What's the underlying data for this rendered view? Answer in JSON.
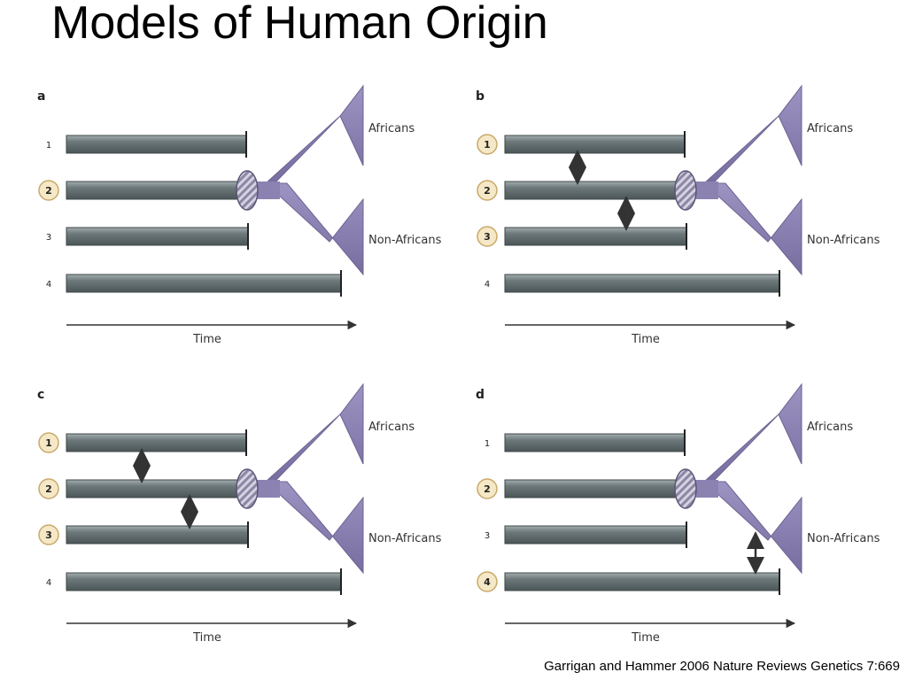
{
  "slide": {
    "title": "Models of Human Origin",
    "citation": "Garrigan and Hammer 2006 Nature Reviews Genetics 7:669"
  },
  "labels": {
    "africans": "Africans",
    "non_africans": "Non-Africans",
    "time_axis": "Time"
  },
  "colors": {
    "lineage_bar": "#5f6b6d",
    "lineage_bar_highlight": "#8e9a9c",
    "population_cone": "#8c82b2",
    "node_stripe": "#b9b6c8",
    "badge_fill": "#f5e8c6",
    "badge_stroke": "#c9a96a"
  },
  "panels": [
    {
      "id": "a",
      "letter": "a",
      "lineages": [
        {
          "label": "1",
          "highlighted": false
        },
        {
          "label": "2",
          "highlighted": true
        },
        {
          "label": "3",
          "highlighted": false
        },
        {
          "label": "4",
          "highlighted": false
        }
      ],
      "gene_flow": []
    },
    {
      "id": "b",
      "letter": "b",
      "lineages": [
        {
          "label": "1",
          "highlighted": true
        },
        {
          "label": "2",
          "highlighted": true
        },
        {
          "label": "3",
          "highlighted": true
        },
        {
          "label": "4",
          "highlighted": false
        }
      ],
      "gene_flow": [
        {
          "between": [
            1,
            2
          ]
        },
        {
          "between": [
            2,
            3
          ]
        }
      ]
    },
    {
      "id": "c",
      "letter": "c",
      "lineages": [
        {
          "label": "1",
          "highlighted": true
        },
        {
          "label": "2",
          "highlighted": true
        },
        {
          "label": "3",
          "highlighted": true
        },
        {
          "label": "4",
          "highlighted": false
        }
      ],
      "gene_flow": [
        {
          "between": [
            1,
            2
          ]
        },
        {
          "between": [
            2,
            3
          ]
        }
      ]
    },
    {
      "id": "d",
      "letter": "d",
      "lineages": [
        {
          "label": "1",
          "highlighted": false
        },
        {
          "label": "2",
          "highlighted": true
        },
        {
          "label": "3",
          "highlighted": false
        },
        {
          "label": "4",
          "highlighted": true
        }
      ],
      "gene_flow": [
        {
          "between": [
            4,
            "non-africans"
          ]
        }
      ]
    }
  ]
}
